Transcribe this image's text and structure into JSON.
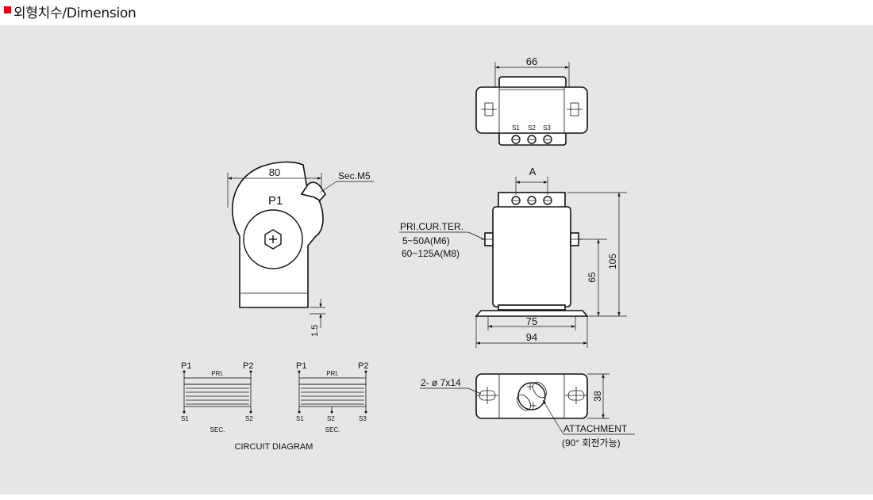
{
  "header": {
    "title": "외형치수/Dimension",
    "accent_color": "#e60012"
  },
  "side_view": {
    "width": "80",
    "primary": "P1",
    "sec_terminal": "Sec.M5",
    "base": "1.5"
  },
  "top_view": {
    "width": "66",
    "terminals": [
      "S1",
      "S2",
      "S3"
    ]
  },
  "front_view": {
    "terminal_pitch": "A",
    "pri_label": "PRI.CUR.TER.",
    "pri_range_1": "5~50A(M6)",
    "pri_range_2": "60~125A(M8)",
    "height_total": "105",
    "height_center": "65",
    "base_inner": "75",
    "base_outer": "94"
  },
  "bottom_view": {
    "holes": "2- ø 7x14",
    "depth": "38",
    "attachment": "ATTACHMENT",
    "attachment_note": "(90° 회전가능)"
  },
  "circuit": {
    "caption": "CIRCUIT DIAGRAM",
    "left": {
      "p1": "P1",
      "p2": "P2",
      "pri": "PRI.",
      "s1": "S1",
      "s2": "S2",
      "sec": "SEC."
    },
    "right": {
      "p1": "P1",
      "p2": "P2",
      "pri": "PRI.",
      "s1": "S1",
      "s2": "S2",
      "s3": "S3",
      "sec": "SEC."
    }
  }
}
